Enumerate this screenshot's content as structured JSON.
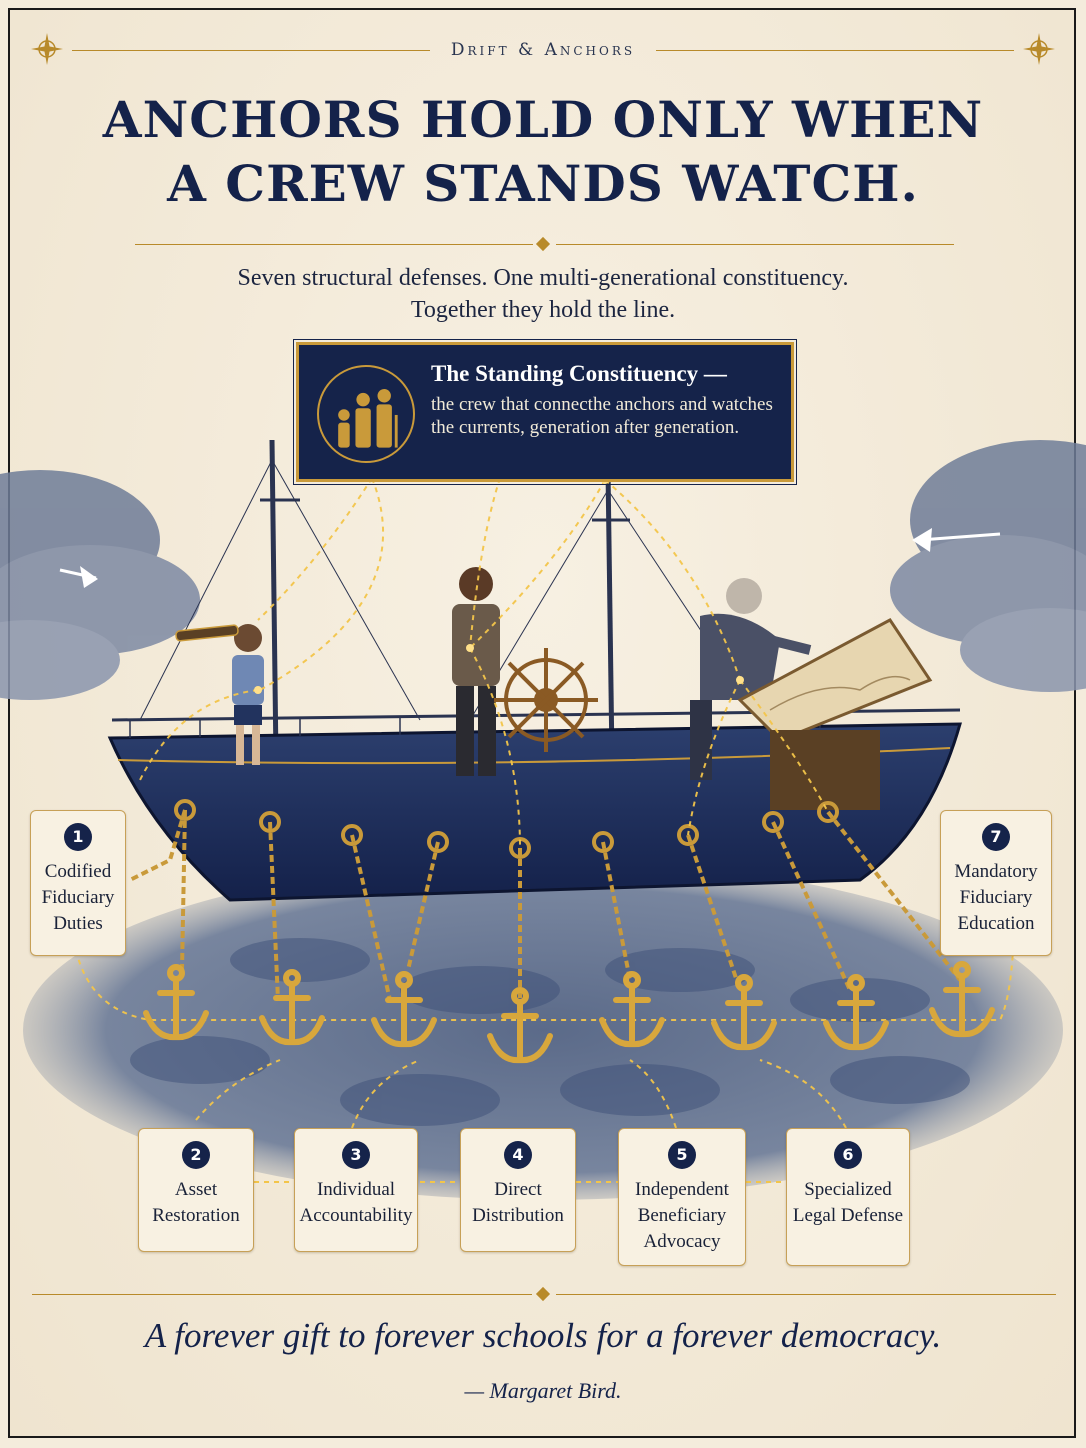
{
  "header": {
    "kicker": "Drift & Anchors",
    "headline_line1": "ANCHORS HOLD ONLY WHEN",
    "headline_line2": "A CREW STANDS WATCH.",
    "subline_1": "Seven structural defenses. One multi-generational constituency.",
    "subline_2": "Together they hold the line."
  },
  "callout": {
    "title": "The Standing Constituency —",
    "body": "the crew that connecthe anchors and watches the currents, generation after generation.",
    "icon": "family-generations-icon"
  },
  "defenses": [
    {
      "number": "1",
      "label": "Codified Fiduciary Duties"
    },
    {
      "number": "2",
      "label": "Asset Restoration"
    },
    {
      "number": "3",
      "label": "Individual Accountability"
    },
    {
      "number": "4",
      "label": "Direct Distribution"
    },
    {
      "number": "5",
      "label": "Independent Beneficiary Advocacy"
    },
    {
      "number": "6",
      "label": "Specialized Legal Defense"
    },
    {
      "number": "7",
      "label": "Mandatory Fiduciary Education"
    }
  ],
  "footer": {
    "quote": "A forever gift to forever schools for a forever democracy.",
    "attribution": "— Margaret Bird."
  },
  "colors": {
    "navy": "#15234a",
    "gold": "#c99a3a",
    "glow": "#f3c54a",
    "parchment": "#f4ecdc"
  },
  "icons": [
    "compass-rose-icon",
    "anchor-icon",
    "ship-wheel-icon",
    "spyglass-icon",
    "map-icon",
    "wind-arrow-icon"
  ]
}
